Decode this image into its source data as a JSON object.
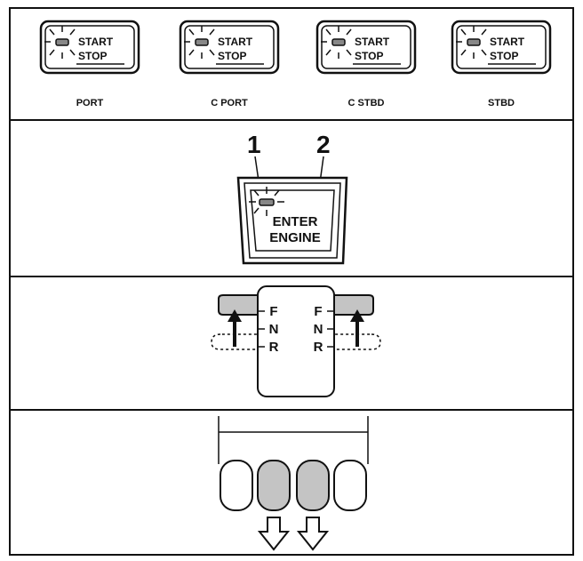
{
  "start_stop_panel": {
    "switches": [
      {
        "line1": "START",
        "line2": "STOP",
        "label": "PORT"
      },
      {
        "line1": "START",
        "line2": "STOP",
        "label": "C PORT"
      },
      {
        "line1": "START",
        "line2": "STOP",
        "label": "C STBD"
      },
      {
        "line1": "START",
        "line2": "STOP",
        "label": "STBD"
      }
    ]
  },
  "enter_engine_panel": {
    "callout_1": "1",
    "callout_2": "2",
    "button_line1": "ENTER",
    "button_line2": "ENGINE"
  },
  "gear_panel": {
    "left_scale": [
      "F",
      "N",
      "R"
    ],
    "right_scale": [
      "F",
      "N",
      "R"
    ]
  },
  "colors": {
    "stroke": "#111111",
    "highlight_gray": "#c4c4c4",
    "background": "#ffffff"
  }
}
